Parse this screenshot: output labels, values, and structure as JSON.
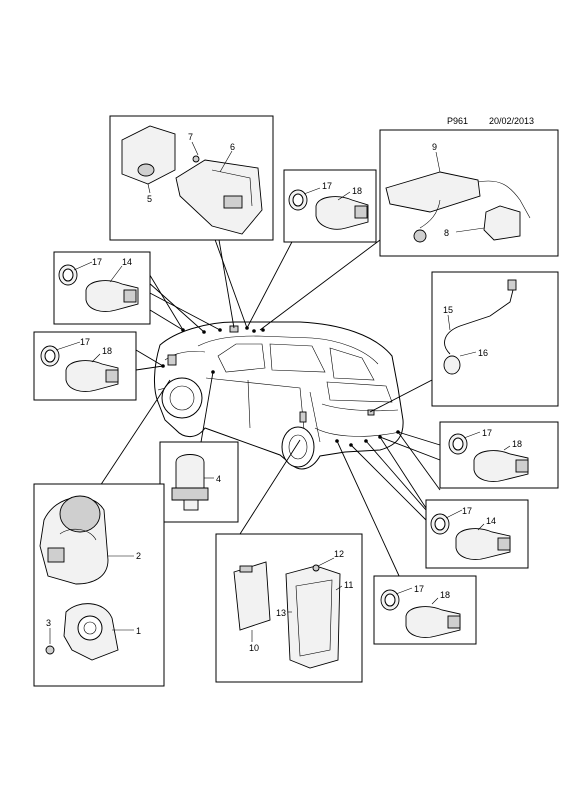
{
  "header": {
    "diagram_id": "P961",
    "date": "20/02/2013"
  },
  "callouts": {
    "c1": "1",
    "c2": "2",
    "c3": "3",
    "c4": "4",
    "c5": "5",
    "c6": "6",
    "c7": "7",
    "c8": "8",
    "c9": "9",
    "c10": "10",
    "c11": "11",
    "c12": "12",
    "c13": "13",
    "c14a": "14",
    "c14b": "14",
    "c15": "15",
    "c16": "16",
    "c17a": "17",
    "c17b": "17",
    "c17c": "17",
    "c17d": "17",
    "c17e": "17",
    "c17f": "17",
    "c18a": "18",
    "c18b": "18",
    "c18c": "18",
    "c18d": "18"
  }
}
